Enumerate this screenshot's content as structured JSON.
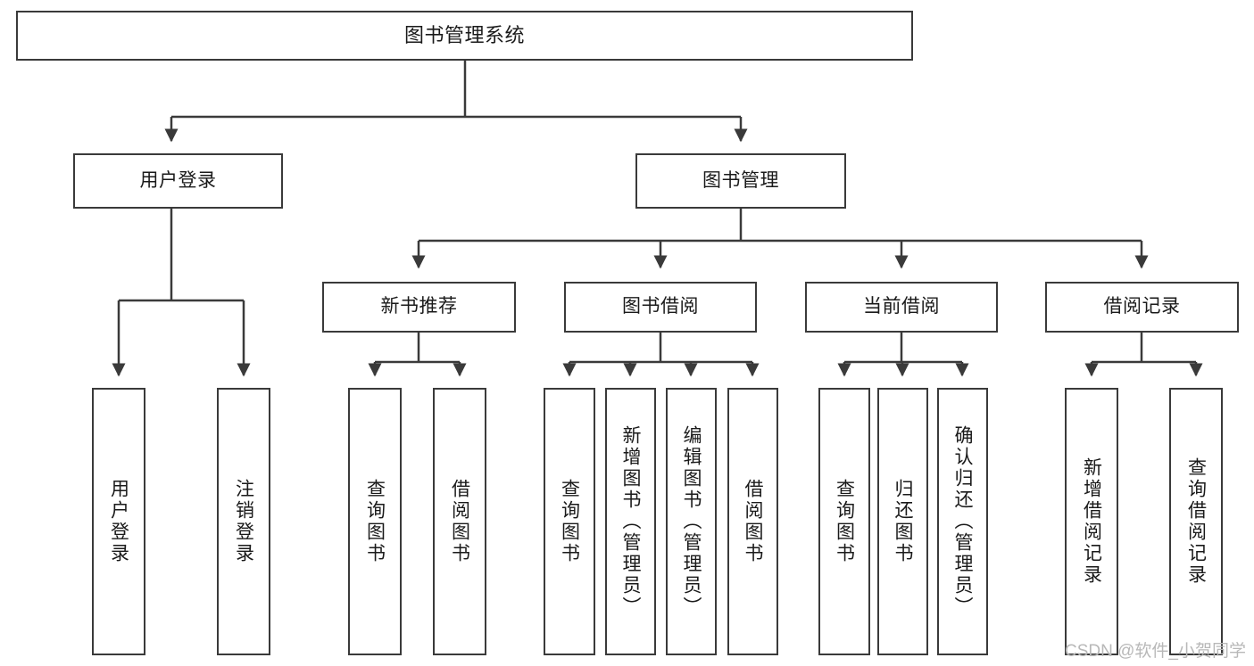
{
  "diagram": {
    "type": "tree",
    "title": "图书管理系统",
    "style": {
      "box_border_color": "#3a3a3a",
      "box_fill_color": "#ffffff",
      "connector_color": "#3a3a3a",
      "text_color": "#1a1a1a",
      "background": "#ffffff"
    },
    "root": {
      "label": "图书管理系统"
    },
    "level1": [
      {
        "label": "用户登录"
      },
      {
        "label": "图书管理"
      }
    ],
    "level2": [
      {
        "label": "新书推荐"
      },
      {
        "label": "图书借阅"
      },
      {
        "label": "当前借阅"
      },
      {
        "label": "借阅记录"
      }
    ],
    "leaves": {
      "user_login": [
        {
          "label": "用户登录"
        },
        {
          "label": "注销登录"
        }
      ],
      "new_book_recommend": [
        {
          "label": "查询图书"
        },
        {
          "label": "借阅图书"
        }
      ],
      "book_borrow": [
        {
          "label": "查询图书"
        },
        {
          "label": "新增图书（管理员）"
        },
        {
          "label": "编辑图书（管理员）"
        },
        {
          "label": "借阅图书"
        }
      ],
      "current_borrow": [
        {
          "label": "查询图书"
        },
        {
          "label": "归还图书"
        },
        {
          "label": "确认归还（管理员）"
        }
      ],
      "borrow_record": [
        {
          "label": "新增借阅记录"
        },
        {
          "label": "查询借阅记录"
        }
      ]
    }
  },
  "watermark": {
    "text": "CSDN @软件_小贺同学"
  }
}
